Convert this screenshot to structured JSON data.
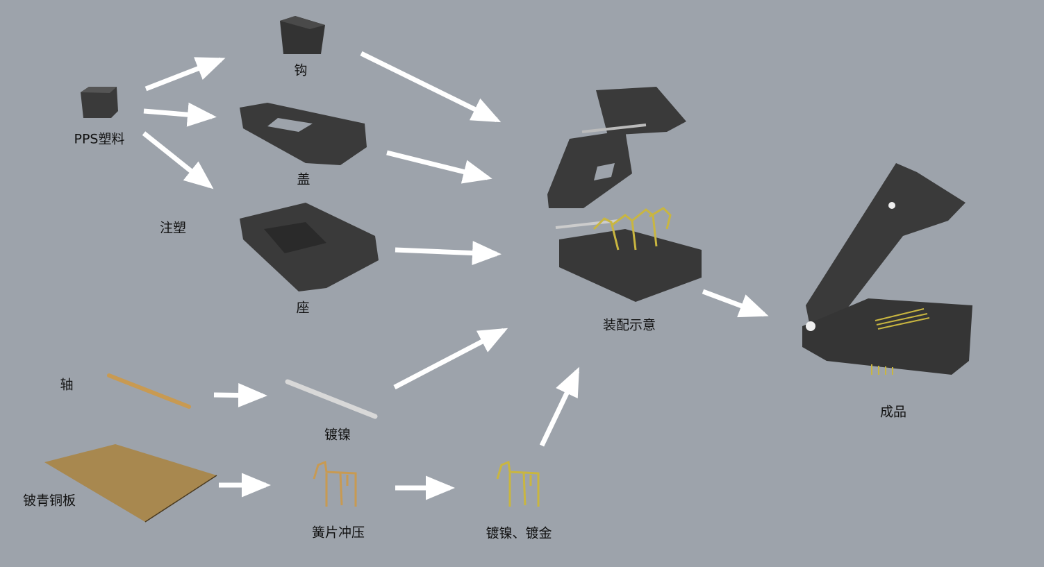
{
  "labels": {
    "hook": "钩",
    "pps": "PPS塑料",
    "cover": "盖",
    "injection": "注塑",
    "base": "座",
    "assembly": "装配示意",
    "product": "成品",
    "shaft": "轴",
    "nickel": "镀镍",
    "bronze": "铍青铜板",
    "stamping": "簧片冲压",
    "plating": "镀镍、镀金"
  },
  "colors": {
    "background": "#9da3ab",
    "plastic": "#3b3b3b",
    "arrow": "#ffffff",
    "copper": "#a8884f",
    "gold": "#c9b640",
    "brass": "#c89a52"
  }
}
